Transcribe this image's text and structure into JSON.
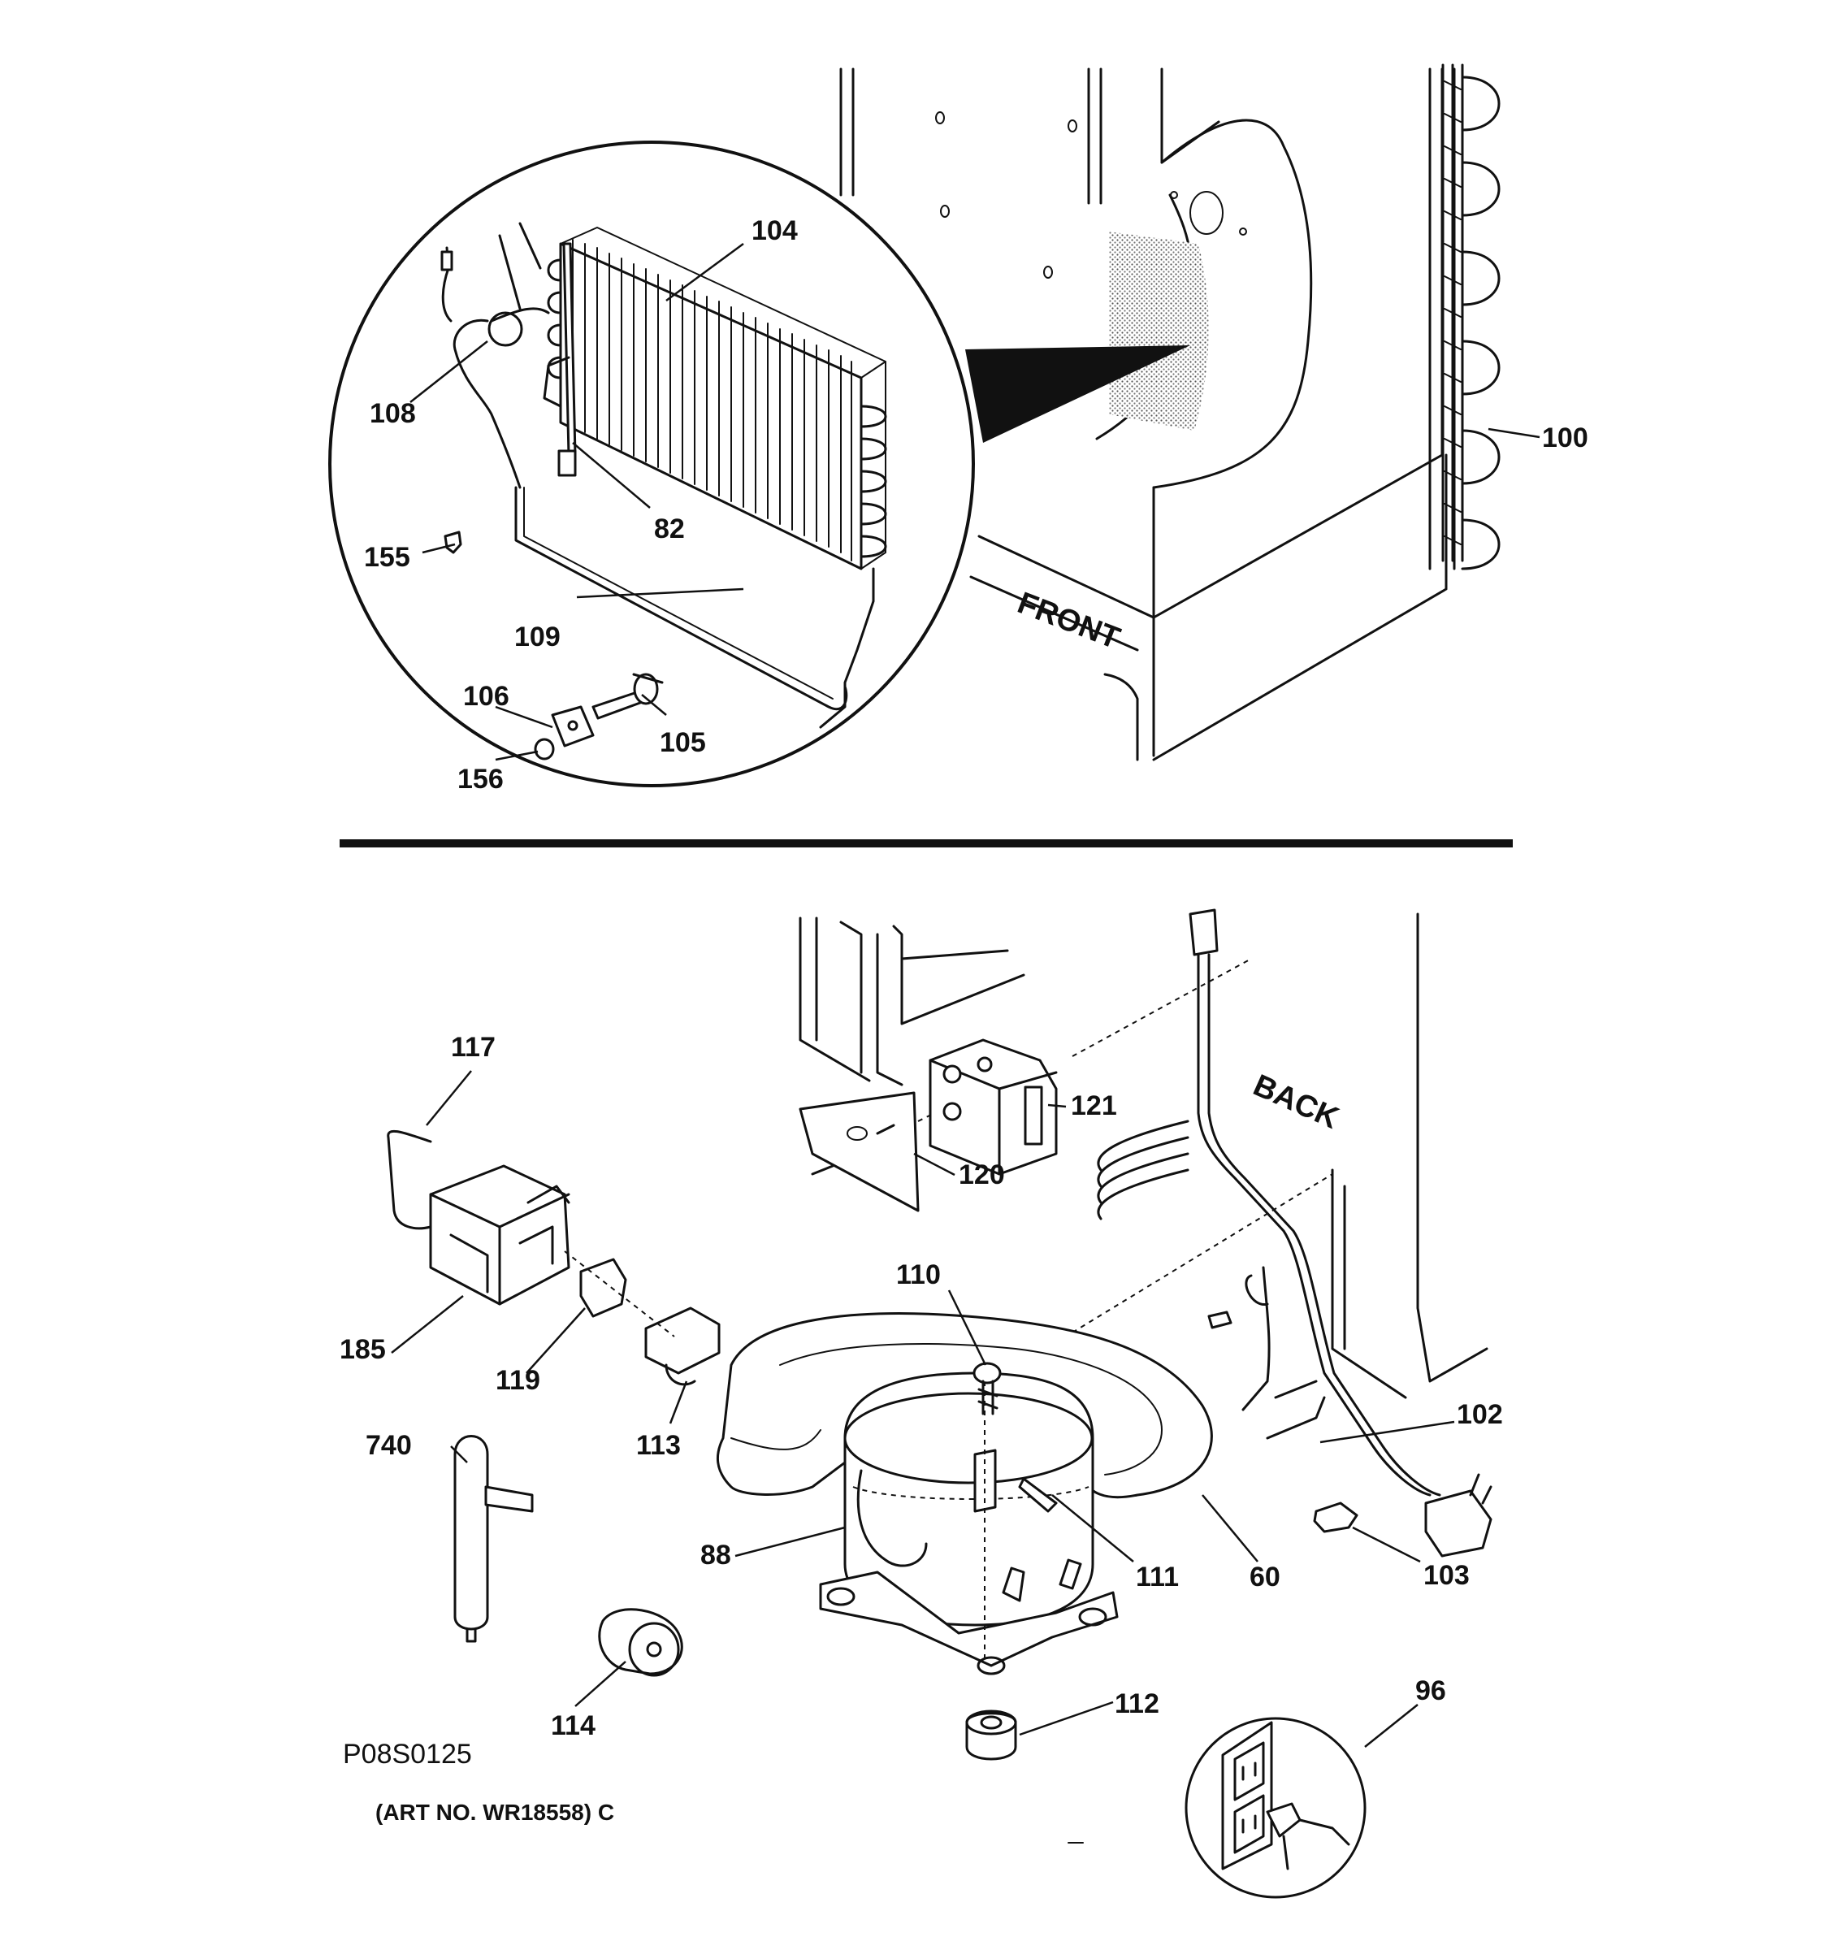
{
  "diagram": {
    "drawing_code": "P08S0125",
    "art_number": "(ART NO. WR18558) C",
    "orientation_words": {
      "front": "FRONT",
      "back": "BACK"
    },
    "part_labels": {
      "p104": "104",
      "p108": "108",
      "p82": "82",
      "p155": "155",
      "p109": "109",
      "p106": "106",
      "p105": "105",
      "p156": "156",
      "p100": "100",
      "p117": "117",
      "p121": "121",
      "p120": "120",
      "p185": "185",
      "p119": "119",
      "p110": "110",
      "p113": "113",
      "p102": "102",
      "p740": "740",
      "p88": "88",
      "p111": "111",
      "p60": "60",
      "p103": "103",
      "p96": "96",
      "p112": "112",
      "p114": "114"
    }
  }
}
